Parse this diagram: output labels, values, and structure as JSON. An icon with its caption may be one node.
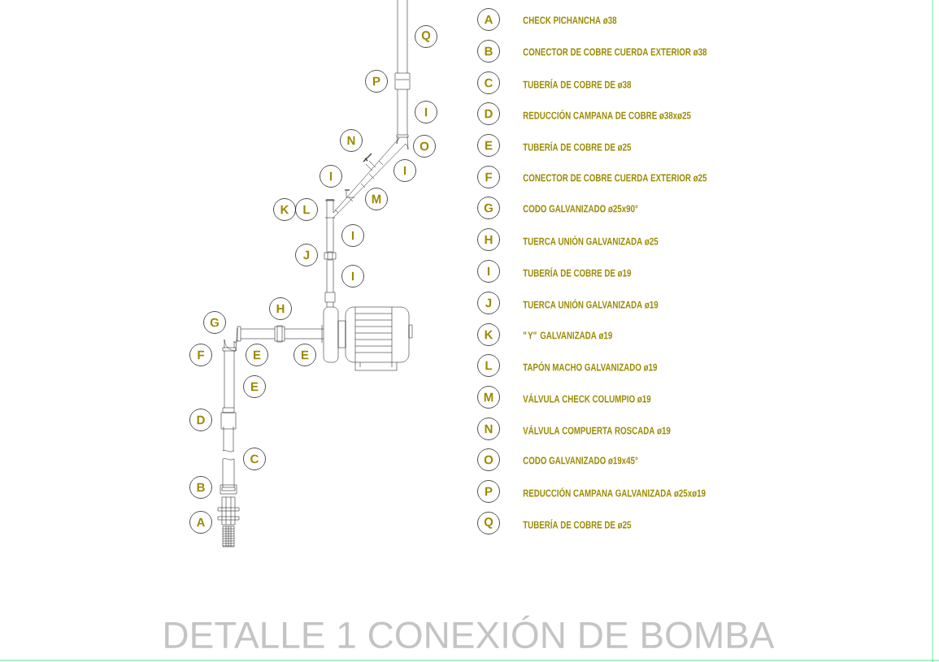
{
  "diagram": {
    "caption": "DETALLE 1 CONEXIÓN DE BOMBA",
    "nodes": [
      {
        "text": [
          "Q"
        ]
      },
      {
        "text": [
          "P"
        ]
      },
      {
        "text": [
          "I"
        ]
      },
      {
        "text": [
          "N"
        ]
      },
      {
        "text": [
          "O"
        ]
      },
      {
        "text": [
          "I"
        ]
      },
      {
        "text": [
          "I"
        ]
      },
      {
        "text": [
          "M"
        ]
      },
      {
        "text": [
          "K"
        ]
      },
      {
        "text": [
          "L"
        ]
      },
      {
        "text": [
          "I"
        ]
      },
      {
        "text": [
          "J"
        ]
      },
      {
        "text": [
          "I"
        ]
      },
      {
        "text": [
          "H"
        ]
      },
      {
        "text": [
          "G"
        ]
      },
      {
        "text": [
          "F"
        ]
      },
      {
        "text": [
          "E"
        ]
      },
      {
        "text": [
          "E"
        ]
      },
      {
        "text": [
          "E"
        ]
      },
      {
        "text": [
          "D"
        ]
      },
      {
        "text": [
          "C"
        ]
      },
      {
        "text": [
          "B"
        ]
      },
      {
        "text": [
          "A"
        ]
      },
      {
        "text": [
          "A"
        ],
        "beside": [
          "CHECK PICHANCHA ø38"
        ]
      },
      {
        "text": [
          "B"
        ],
        "beside": [
          "CONECTOR DE COBRE CUERDA EXTERIOR ø38"
        ]
      },
      {
        "text": [
          "C"
        ],
        "beside": [
          "TUBERÍA DE COBRE DE ø38"
        ]
      },
      {
        "text": [
          "D"
        ],
        "beside": [
          "REDUCCIÓN CAMPANA DE COBRE ø38xø25"
        ]
      },
      {
        "text": [
          "E"
        ],
        "beside": [
          "TUBERÍA DE COBRE DE ø25"
        ]
      },
      {
        "text": [
          "F"
        ],
        "beside": [
          "CONECTOR DE COBRE CUERDA EXTERIOR ø25"
        ]
      },
      {
        "text": [
          "G"
        ],
        "beside": [
          "CODO GALVANIZADO ø25x90°"
        ]
      },
      {
        "text": [
          "H"
        ],
        "beside": [
          "TUERCA UNIÓN GALVANIZADA ø25"
        ]
      },
      {
        "text": [
          "I"
        ],
        "beside": [
          "TUBERÍA DE COBRE DE ø19"
        ]
      },
      {
        "text": [
          "J"
        ],
        "beside": [
          "TUERCA UNIÓN GALVANIZADA ø19"
        ]
      },
      {
        "text": [
          "K"
        ],
        "beside": [
          "\"Y\" GALVANIZADA ø19"
        ]
      },
      {
        "text": [
          "L"
        ],
        "beside": [
          "TAPÓN MACHO GALVANIZADO ø19"
        ]
      },
      {
        "text": [
          "M"
        ],
        "beside": [
          "VÁLVULA CHECK COLUMPIO ø19"
        ]
      },
      {
        "text": [
          "N"
        ],
        "beside": [
          "VÁLVULA COMPUERTA ROSCADA ø19"
        ]
      },
      {
        "text": [
          "O"
        ],
        "beside": [
          "CODO GALVANIZADO ø19x45°"
        ]
      },
      {
        "text": [
          "P"
        ],
        "beside": [
          "REDUCCIÓN CAMPANA GALVANIZADA ø25xø19"
        ]
      },
      {
        "text": [
          "Q"
        ],
        "beside": [
          "TUBERÍA DE COBRE DE ø25"
        ]
      }
    ]
  }
}
